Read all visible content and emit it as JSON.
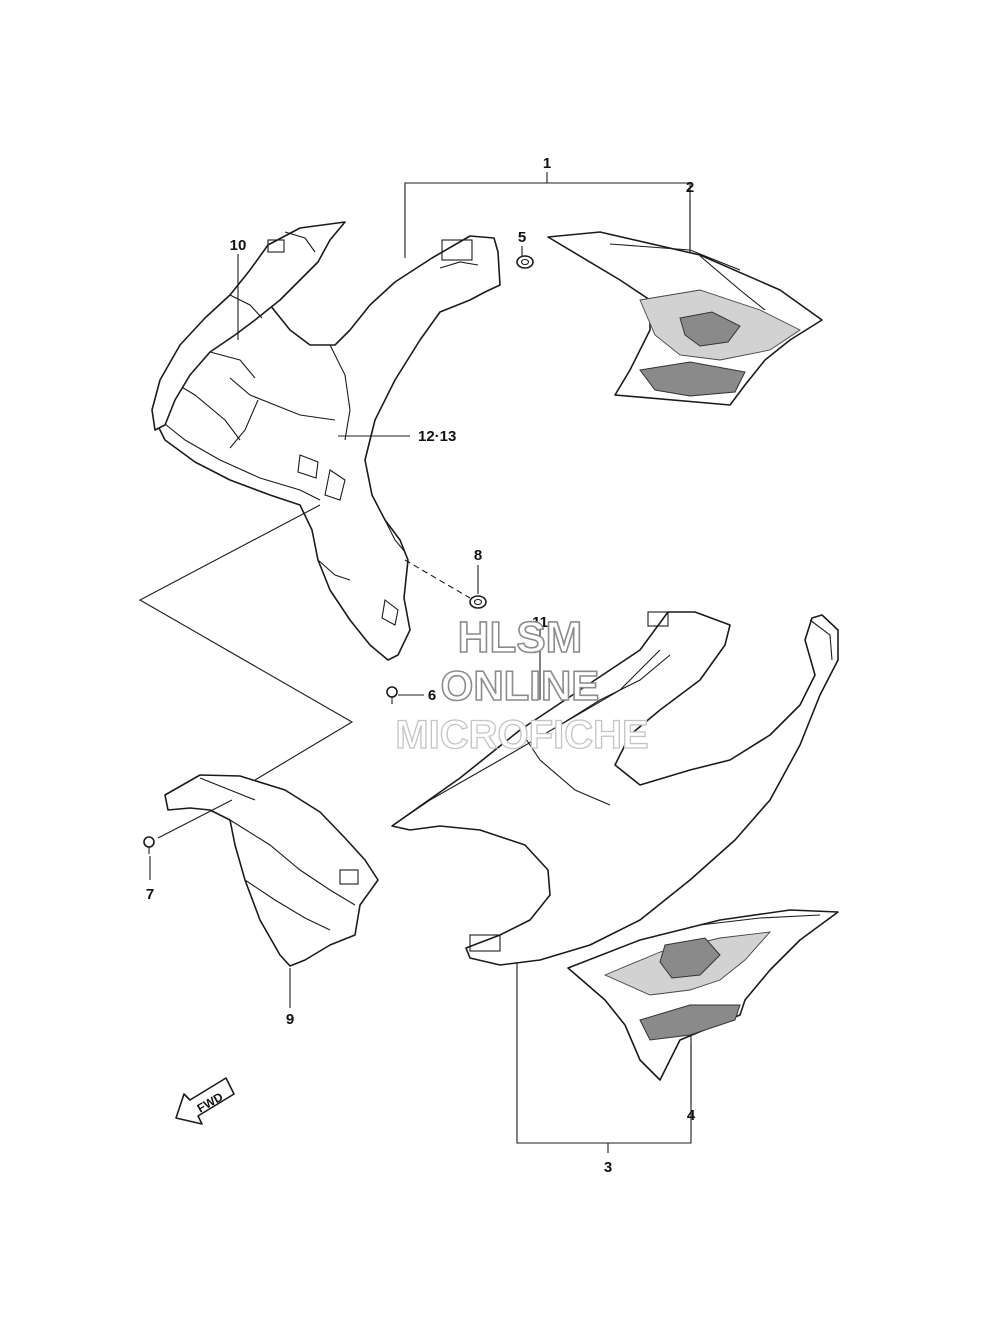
{
  "diagram": {
    "callouts": {
      "c1": "1",
      "c2": "2",
      "c3": "3",
      "c4": "4",
      "c5": "5",
      "c6": "6",
      "c7": "7",
      "c8": "8",
      "c9": "9",
      "c10": "10",
      "c11": "11",
      "c12_13": "12·13"
    },
    "fwd_label": "FWD",
    "watermark": {
      "line1": "HLSM",
      "line2": "ONLINE",
      "line3": "MICROFICHE"
    },
    "icons": {
      "fwd_arrow": "fwd-arrow-icon"
    },
    "colors": {
      "line": "#1b1b1b",
      "decal_dark": "#8a8a8a",
      "decal_light": "#d2d2d2",
      "watermark_stroke": "#8c8c8c"
    }
  }
}
